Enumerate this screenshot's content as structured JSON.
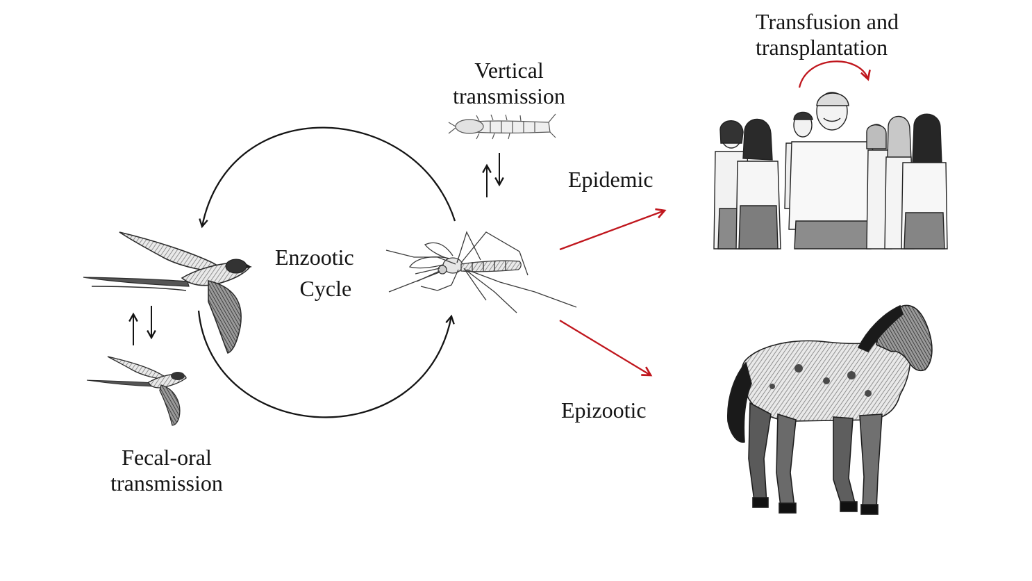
{
  "labels": {
    "enzootic_line1": "Enzootic",
    "enzootic_line2": "Cycle",
    "vertical_line1": "Vertical",
    "vertical_line2": "transmission",
    "fecal_line1": "Fecal-oral",
    "fecal_line2": "transmission",
    "epidemic": "Epidemic",
    "epizootic": "Epizootic",
    "transfusion_line1": "Transfusion and",
    "transfusion_line2": "transplantation"
  },
  "colors": {
    "ink": "#141414",
    "red_arrow": "#c0161d",
    "sketch": "#3a3a3a"
  },
  "icons": [
    "swallow-bird-icon",
    "small-swallow-bird-icon",
    "mosquito-icon",
    "mosquito-larva-icon",
    "human-crowd-icon",
    "horse-icon"
  ]
}
